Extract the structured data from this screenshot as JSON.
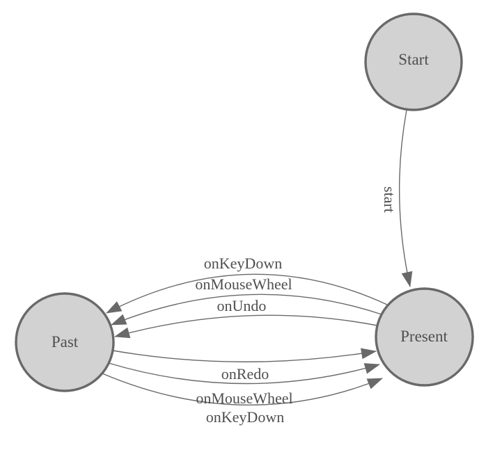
{
  "diagram": {
    "nodes": {
      "start": {
        "label": "Start"
      },
      "present": {
        "label": "Present"
      },
      "past": {
        "label": "Past"
      }
    },
    "edges": {
      "start": {
        "from": "Start",
        "to": "Present",
        "label": "start"
      },
      "present_to_past": [
        {
          "from": "Present",
          "to": "Past",
          "label": "onKeyDown"
        },
        {
          "from": "Present",
          "to": "Past",
          "label": "onMouseWheel"
        },
        {
          "from": "Present",
          "to": "Past",
          "label": "onUndo"
        }
      ],
      "past_to_present": [
        {
          "from": "Past",
          "to": "Present",
          "label": "onRedo"
        },
        {
          "from": "Past",
          "to": "Present",
          "label": "onMouseWheel"
        },
        {
          "from": "Past",
          "to": "Present",
          "label": "onKeyDown"
        }
      ]
    },
    "colors": {
      "node_fill": "#d2d2d2",
      "node_border": "#696969",
      "edge_line": "#696969",
      "arrowhead": "#696969",
      "label_text": "#4f4f4f",
      "background": "#ffffff"
    }
  }
}
